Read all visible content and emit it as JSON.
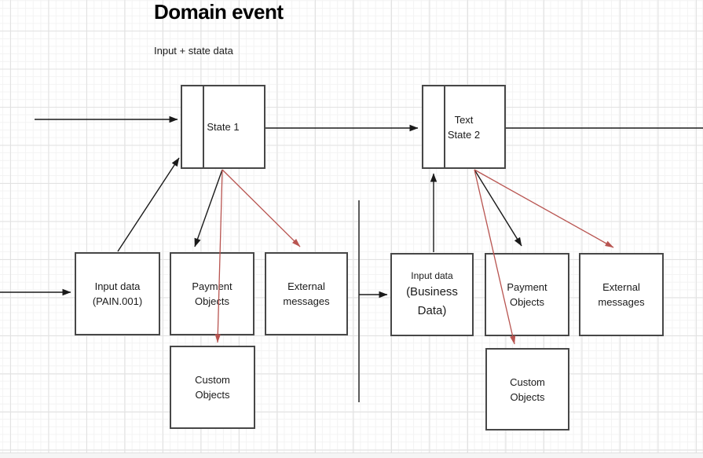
{
  "canvas": {
    "title": "Domain event",
    "subtitle": "Input + state data"
  },
  "colors": {
    "arrow_black": "#1a1a1a",
    "arrow_red": "#b85450",
    "box_border": "#474747",
    "divider_gray": "#5c5c5c",
    "grid_minor": "#f3f3f3",
    "grid_major": "#e2e2e2",
    "background": "#ffffff"
  },
  "nodes": {
    "state1": {
      "label": "State 1"
    },
    "state2": {
      "line1": "Text",
      "line2": "State 2"
    },
    "left": {
      "input": {
        "line1": "Input data",
        "line2": "(PAIN.001)"
      },
      "payment": {
        "line1": "Payment",
        "line2": "Objects"
      },
      "external": {
        "line1": "External",
        "line2": "messages"
      },
      "custom": {
        "line1": "Custom",
        "line2": "Objects"
      }
    },
    "right": {
      "input": {
        "line1": "Input data",
        "line2": "(Business Data)"
      },
      "payment": {
        "line1": "Payment",
        "line2": "Objects"
      },
      "external": {
        "line1": "External",
        "line2": "messages"
      },
      "custom": {
        "line1": "Custom",
        "line2": "Objects"
      }
    }
  }
}
